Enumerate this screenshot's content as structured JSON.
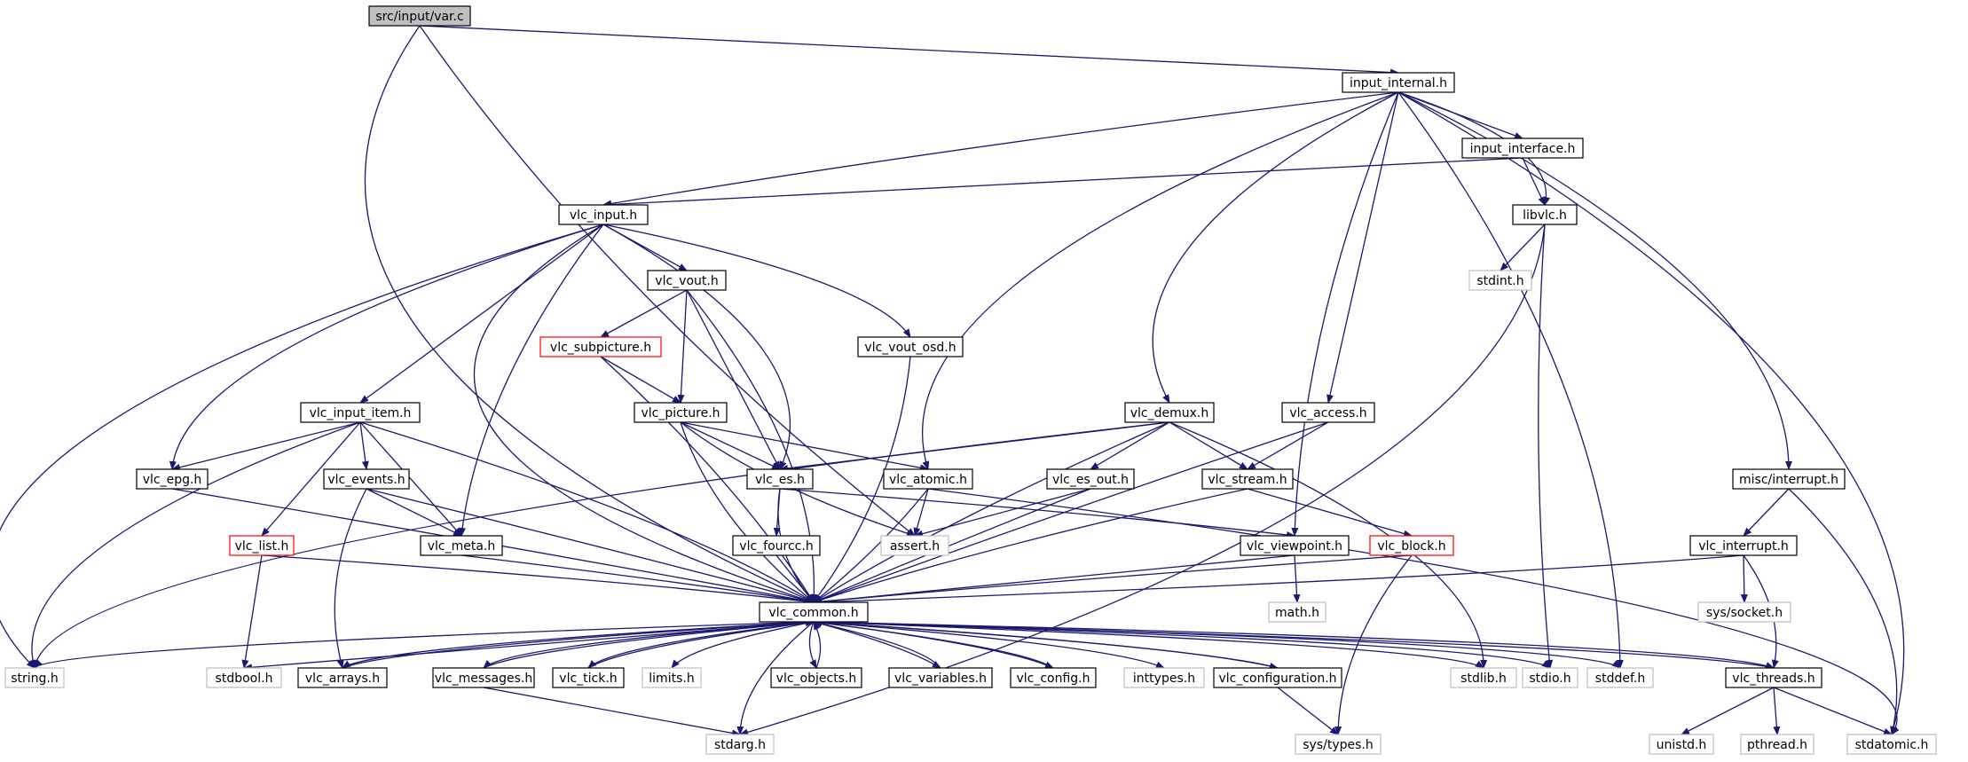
{
  "graph": {
    "nodes": [
      {
        "id": "var_c",
        "label": "src/input/var.c",
        "style": "root"
      },
      {
        "id": "input_internal",
        "label": "input_internal.h",
        "style": "normal"
      },
      {
        "id": "input_interface",
        "label": "input_interface.h",
        "style": "normal"
      },
      {
        "id": "vlc_input",
        "label": "vlc_input.h",
        "style": "normal"
      },
      {
        "id": "libvlc",
        "label": "libvlc.h",
        "style": "normal"
      },
      {
        "id": "stdint",
        "label": "stdint.h",
        "style": "system"
      },
      {
        "id": "vlc_vout",
        "label": "vlc_vout.h",
        "style": "normal"
      },
      {
        "id": "vlc_subpicture",
        "label": "vlc_subpicture.h",
        "style": "truncated"
      },
      {
        "id": "vlc_vout_osd",
        "label": "vlc_vout_osd.h",
        "style": "normal"
      },
      {
        "id": "vlc_input_item",
        "label": "vlc_input_item.h",
        "style": "normal"
      },
      {
        "id": "vlc_picture",
        "label": "vlc_picture.h",
        "style": "normal"
      },
      {
        "id": "vlc_demux",
        "label": "vlc_demux.h",
        "style": "normal"
      },
      {
        "id": "vlc_access",
        "label": "vlc_access.h",
        "style": "normal"
      },
      {
        "id": "vlc_epg",
        "label": "vlc_epg.h",
        "style": "normal"
      },
      {
        "id": "vlc_events",
        "label": "vlc_events.h",
        "style": "normal"
      },
      {
        "id": "vlc_es",
        "label": "vlc_es.h",
        "style": "normal"
      },
      {
        "id": "vlc_atomic",
        "label": "vlc_atomic.h",
        "style": "normal"
      },
      {
        "id": "vlc_es_out",
        "label": "vlc_es_out.h",
        "style": "normal"
      },
      {
        "id": "vlc_stream",
        "label": "vlc_stream.h",
        "style": "normal"
      },
      {
        "id": "misc_interrupt",
        "label": "misc/interrupt.h",
        "style": "normal"
      },
      {
        "id": "vlc_list",
        "label": "vlc_list.h",
        "style": "truncated"
      },
      {
        "id": "vlc_meta",
        "label": "vlc_meta.h",
        "style": "normal"
      },
      {
        "id": "vlc_fourcc",
        "label": "vlc_fourcc.h",
        "style": "normal"
      },
      {
        "id": "assert",
        "label": "assert.h",
        "style": "system"
      },
      {
        "id": "vlc_viewpoint",
        "label": "vlc_viewpoint.h",
        "style": "normal"
      },
      {
        "id": "vlc_block",
        "label": "vlc_block.h",
        "style": "truncated"
      },
      {
        "id": "vlc_interrupt",
        "label": "vlc_interrupt.h",
        "style": "normal"
      },
      {
        "id": "math",
        "label": "math.h",
        "style": "system"
      },
      {
        "id": "sys_socket",
        "label": "sys/socket.h",
        "style": "system"
      },
      {
        "id": "vlc_common",
        "label": "vlc_common.h",
        "style": "normal"
      },
      {
        "id": "string",
        "label": "string.h",
        "style": "system"
      },
      {
        "id": "stdbool",
        "label": "stdbool.h",
        "style": "system"
      },
      {
        "id": "vlc_arrays",
        "label": "vlc_arrays.h",
        "style": "normal"
      },
      {
        "id": "vlc_messages",
        "label": "vlc_messages.h",
        "style": "normal"
      },
      {
        "id": "vlc_tick",
        "label": "vlc_tick.h",
        "style": "normal"
      },
      {
        "id": "limits",
        "label": "limits.h",
        "style": "system"
      },
      {
        "id": "vlc_objects",
        "label": "vlc_objects.h",
        "style": "normal"
      },
      {
        "id": "vlc_variables",
        "label": "vlc_variables.h",
        "style": "normal"
      },
      {
        "id": "vlc_config",
        "label": "vlc_config.h",
        "style": "normal"
      },
      {
        "id": "inttypes",
        "label": "inttypes.h",
        "style": "system"
      },
      {
        "id": "vlc_configuration",
        "label": "vlc_configuration.h",
        "style": "normal"
      },
      {
        "id": "stdlib",
        "label": "stdlib.h",
        "style": "system"
      },
      {
        "id": "stdio",
        "label": "stdio.h",
        "style": "system"
      },
      {
        "id": "stddef",
        "label": "stddef.h",
        "style": "system"
      },
      {
        "id": "vlc_threads",
        "label": "vlc_threads.h",
        "style": "normal"
      },
      {
        "id": "stdarg",
        "label": "stdarg.h",
        "style": "system"
      },
      {
        "id": "sys_types",
        "label": "sys/types.h",
        "style": "system"
      },
      {
        "id": "unistd",
        "label": "unistd.h",
        "style": "system"
      },
      {
        "id": "pthread",
        "label": "pthread.h",
        "style": "system"
      },
      {
        "id": "stdatomic",
        "label": "stdatomic.h",
        "style": "system"
      }
    ],
    "edges": [
      [
        "var_c",
        "input_internal"
      ],
      [
        "var_c",
        "vlc_common"
      ],
      [
        "var_c",
        "assert"
      ],
      [
        "input_internal",
        "vlc_input"
      ],
      [
        "input_internal",
        "input_interface"
      ],
      [
        "input_internal",
        "libvlc"
      ],
      [
        "input_internal",
        "vlc_atomic"
      ],
      [
        "input_internal",
        "vlc_demux"
      ],
      [
        "input_internal",
        "vlc_access"
      ],
      [
        "input_internal",
        "vlc_viewpoint"
      ],
      [
        "input_internal",
        "stddef"
      ],
      [
        "input_internal",
        "misc_interrupt"
      ],
      [
        "input_internal",
        "stdatomic"
      ],
      [
        "input_interface",
        "vlc_input"
      ],
      [
        "input_interface",
        "libvlc"
      ],
      [
        "libvlc",
        "stdint"
      ],
      [
        "libvlc",
        "stdio"
      ],
      [
        "libvlc",
        "stdarg"
      ],
      [
        "vlc_input",
        "vlc_vout"
      ],
      [
        "vlc_input",
        "vlc_vout_osd"
      ],
      [
        "vlc_input",
        "vlc_input_item"
      ],
      [
        "vlc_input",
        "vlc_epg"
      ],
      [
        "vlc_input",
        "vlc_es"
      ],
      [
        "vlc_input",
        "vlc_meta"
      ],
      [
        "vlc_input",
        "vlc_common"
      ],
      [
        "vlc_input",
        "string"
      ],
      [
        "vlc_vout",
        "vlc_subpicture"
      ],
      [
        "vlc_vout",
        "vlc_picture"
      ],
      [
        "vlc_vout",
        "vlc_es"
      ],
      [
        "vlc_vout",
        "vlc_common"
      ],
      [
        "vlc_subpicture",
        "vlc_picture"
      ],
      [
        "vlc_subpicture",
        "vlc_common"
      ],
      [
        "vlc_vout_osd",
        "vlc_common"
      ],
      [
        "vlc_picture",
        "vlc_es"
      ],
      [
        "vlc_picture",
        "vlc_atomic"
      ],
      [
        "vlc_picture",
        "assert"
      ],
      [
        "vlc_picture",
        "vlc_common"
      ],
      [
        "vlc_input_item",
        "vlc_epg"
      ],
      [
        "vlc_input_item",
        "vlc_events"
      ],
      [
        "vlc_input_item",
        "vlc_list"
      ],
      [
        "vlc_input_item",
        "vlc_meta"
      ],
      [
        "vlc_input_item",
        "vlc_common"
      ],
      [
        "vlc_input_item",
        "string"
      ],
      [
        "vlc_epg",
        "vlc_common"
      ],
      [
        "vlc_events",
        "vlc_meta"
      ],
      [
        "vlc_events",
        "vlc_arrays"
      ],
      [
        "vlc_events",
        "vlc_common"
      ],
      [
        "vlc_list",
        "stdbool"
      ],
      [
        "vlc_list",
        "vlc_common"
      ],
      [
        "vlc_meta",
        "vlc_common"
      ],
      [
        "vlc_demux",
        "vlc_es"
      ],
      [
        "vlc_demux",
        "vlc_es_out"
      ],
      [
        "vlc_demux",
        "vlc_stream"
      ],
      [
        "vlc_demux",
        "vlc_common"
      ],
      [
        "vlc_demux",
        "string"
      ],
      [
        "vlc_demux",
        "stdlib"
      ],
      [
        "vlc_access",
        "vlc_stream"
      ],
      [
        "vlc_access",
        "vlc_common"
      ],
      [
        "vlc_es",
        "vlc_fourcc"
      ],
      [
        "vlc_es",
        "vlc_viewpoint"
      ],
      [
        "vlc_es",
        "vlc_common"
      ],
      [
        "vlc_atomic",
        "assert"
      ],
      [
        "vlc_atomic",
        "vlc_common"
      ],
      [
        "vlc_atomic",
        "stdatomic"
      ],
      [
        "vlc_es_out",
        "assert"
      ],
      [
        "vlc_es_out",
        "vlc_common"
      ],
      [
        "vlc_stream",
        "vlc_block"
      ],
      [
        "vlc_stream",
        "vlc_common"
      ],
      [
        "vlc_fourcc",
        "vlc_common"
      ],
      [
        "vlc_viewpoint",
        "math"
      ],
      [
        "vlc_viewpoint",
        "vlc_common"
      ],
      [
        "vlc_block",
        "sys_types"
      ],
      [
        "vlc_block",
        "vlc_common"
      ],
      [
        "misc_interrupt",
        "vlc_interrupt"
      ],
      [
        "misc_interrupt",
        "stdatomic"
      ],
      [
        "vlc_interrupt",
        "sys_socket"
      ],
      [
        "vlc_interrupt",
        "vlc_threads"
      ],
      [
        "vlc_interrupt",
        "vlc_common"
      ],
      [
        "vlc_common",
        "string"
      ],
      [
        "vlc_common",
        "stdbool"
      ],
      [
        "vlc_common",
        "vlc_arrays"
      ],
      [
        "vlc_common",
        "vlc_messages"
      ],
      [
        "vlc_common",
        "vlc_tick"
      ],
      [
        "vlc_common",
        "limits"
      ],
      [
        "vlc_common",
        "stdarg"
      ],
      [
        "vlc_common",
        "vlc_objects"
      ],
      [
        "vlc_common",
        "vlc_variables"
      ],
      [
        "vlc_common",
        "vlc_config"
      ],
      [
        "vlc_common",
        "inttypes"
      ],
      [
        "vlc_common",
        "vlc_configuration"
      ],
      [
        "vlc_common",
        "stdlib"
      ],
      [
        "vlc_common",
        "stdio"
      ],
      [
        "vlc_common",
        "stddef"
      ],
      [
        "vlc_common",
        "vlc_threads"
      ],
      [
        "vlc_arrays",
        "vlc_common"
      ],
      [
        "vlc_messages",
        "vlc_common"
      ],
      [
        "vlc_messages",
        "stdarg"
      ],
      [
        "vlc_tick",
        "vlc_common"
      ],
      [
        "vlc_objects",
        "vlc_common"
      ],
      [
        "vlc_variables",
        "vlc_common"
      ],
      [
        "vlc_config",
        "vlc_common"
      ],
      [
        "vlc_configuration",
        "vlc_common"
      ],
      [
        "vlc_configuration",
        "sys_types"
      ],
      [
        "vlc_threads",
        "vlc_common"
      ],
      [
        "vlc_threads",
        "unistd"
      ],
      [
        "vlc_threads",
        "pthread"
      ],
      [
        "vlc_threads",
        "stdatomic"
      ]
    ]
  },
  "colors": {
    "edge": "#191970",
    "normal_border": "#000000",
    "system_border": "#bfbfbf",
    "truncated_border": "#ff0000",
    "root_fill": "#bfbfbf",
    "node_fill": "#ffffff"
  }
}
